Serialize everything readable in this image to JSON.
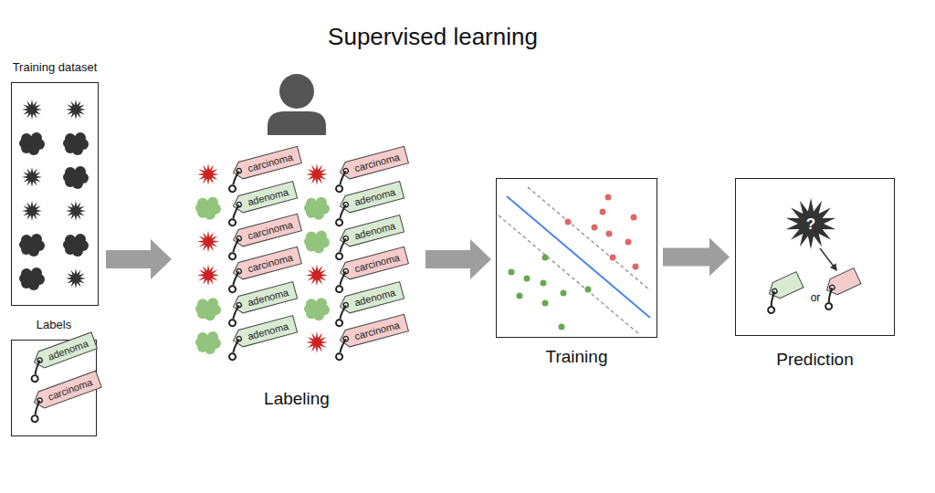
{
  "diagram": {
    "title": "Supervised learning",
    "nodes": [
      {
        "text": [
          "Training dataset"
        ]
      },
      {
        "text": [
          "Labels"
        ]
      },
      {
        "text": [
          "adenoma"
        ],
        "in": 1
      },
      {
        "text": [
          "carcinoma"
        ],
        "in": 1
      },
      {
        "text": [
          "carcinoma"
        ]
      },
      {
        "text": [
          "carcinoma"
        ]
      },
      {
        "text": [
          "adenoma"
        ]
      },
      {
        "text": [
          "adenoma"
        ]
      },
      {
        "text": [
          "carcinoma"
        ]
      },
      {
        "text": [
          "adenoma"
        ]
      },
      {
        "text": [
          "carcinoma"
        ]
      },
      {
        "text": [
          "carcinoma"
        ]
      },
      {
        "text": [
          "adenoma"
        ]
      },
      {
        "text": [
          "adenoma"
        ]
      },
      {
        "text": [
          "adenoma"
        ]
      },
      {
        "text": [
          "carcinoma"
        ]
      },
      {
        "text": [
          "Training"
        ]
      },
      {
        "text": [
          "Prediction"
        ]
      }
    ],
    "edges": [
      {
        "from": 16,
        "to": 17,
        "arrow": "to"
      }
    ],
    "labels": [
      "Labeling",
      "?",
      "or"
    ]
  }
}
